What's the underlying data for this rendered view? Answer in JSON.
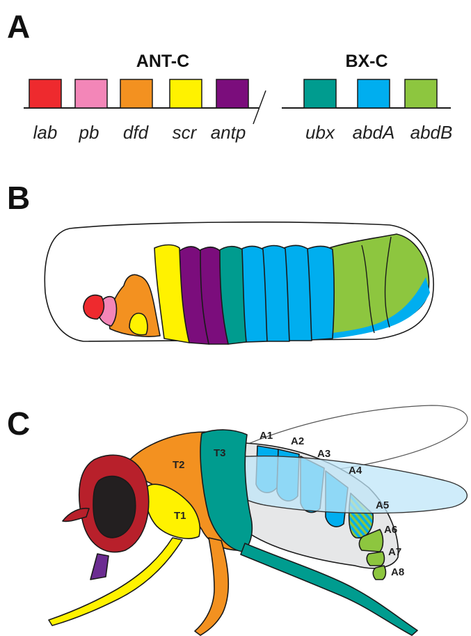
{
  "panels": {
    "a": "A",
    "b": "B",
    "c": "C"
  },
  "panel_a": {
    "ant_c_title": "ANT-C",
    "bx_c_title": "BX-C",
    "genes": [
      {
        "label": "lab",
        "color": "#ee2a2e"
      },
      {
        "label": "pb",
        "color": "#f386b8"
      },
      {
        "label": "dfd",
        "color": "#f39120"
      },
      {
        "label": "scr",
        "color": "#fff200"
      },
      {
        "label": "antp",
        "color": "#7b0d7c"
      },
      {
        "label": "ubx",
        "color": "#009c8f"
      },
      {
        "label": "abdA",
        "color": "#00aeef"
      },
      {
        "label": "abdB",
        "color": "#8dc63f"
      }
    ]
  },
  "panel_c": {
    "segment_labels": [
      "T1",
      "T2",
      "T3",
      "A1",
      "A2",
      "A3",
      "A4",
      "A5",
      "A6",
      "A7",
      "A8"
    ]
  },
  "colors": {
    "head_red": "#b8202b",
    "eye": "#231f20",
    "proboscis": "#6b2c91",
    "abdomen_grey": "#e6e7e8",
    "wing_fill": "#bfe6f8"
  }
}
